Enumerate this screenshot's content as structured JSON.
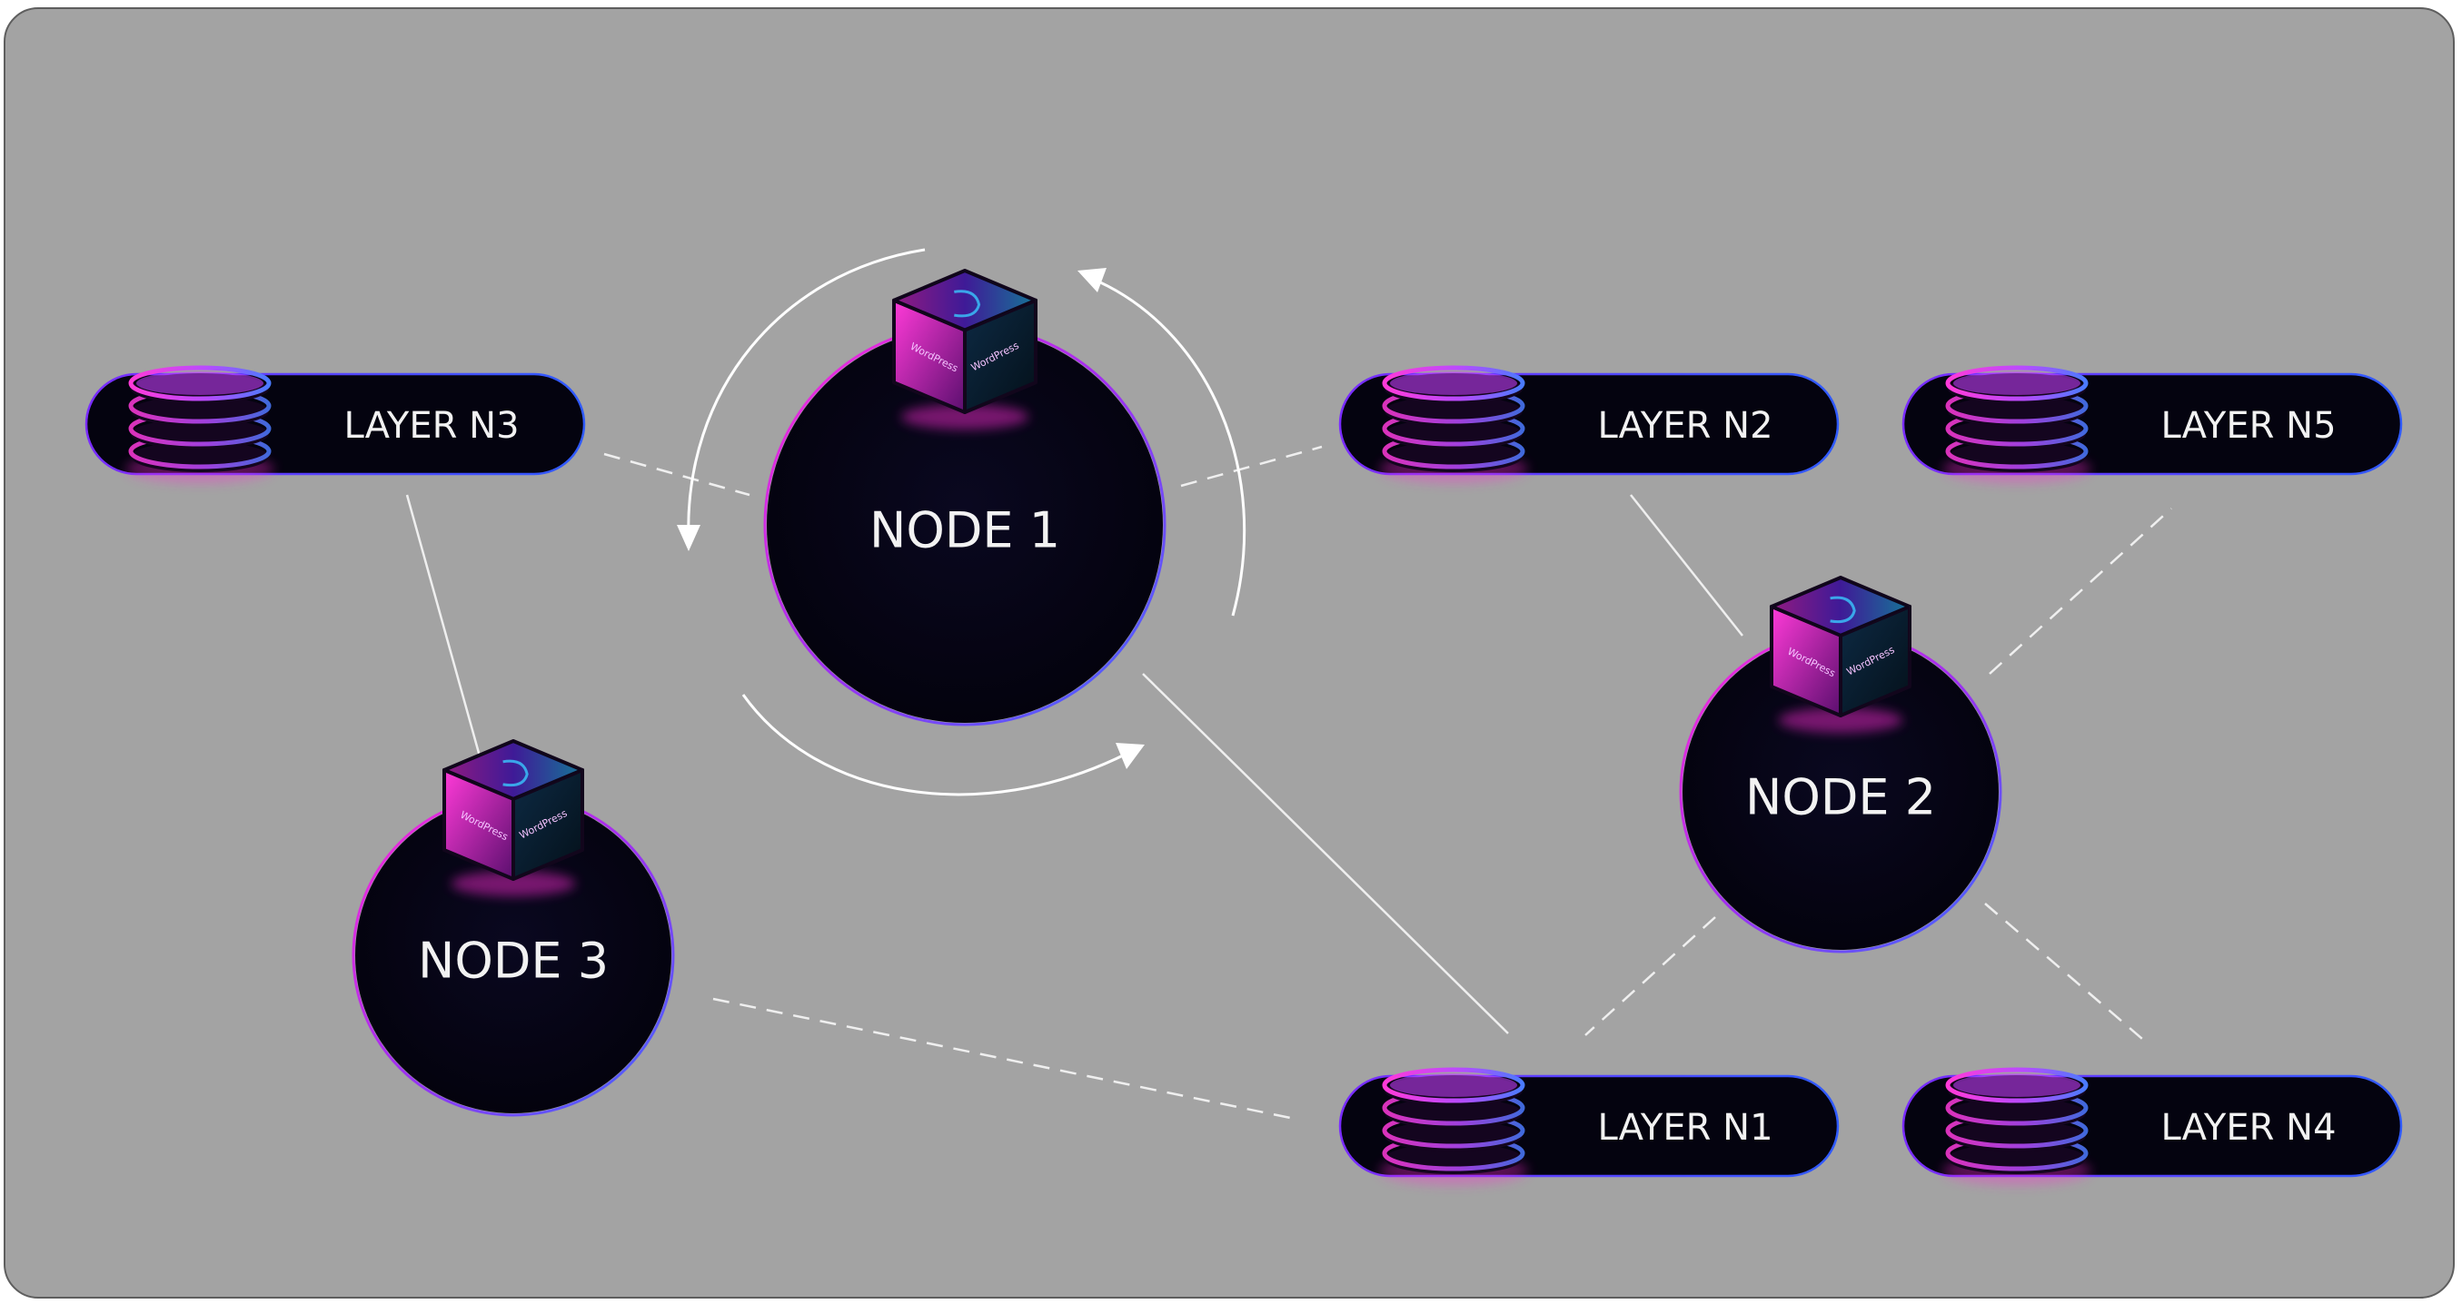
{
  "diagram": {
    "background": "#a3a3a3",
    "panel_color": "#04030f",
    "glow_colors": [
      "#ff2bd6",
      "#3a6bff",
      "#a02ff0"
    ],
    "line_color": "#f0f0f0",
    "nodes": [
      {
        "id": "node1",
        "label": "NODE 1",
        "cube_brand": "WordPress"
      },
      {
        "id": "node2",
        "label": "NODE 2",
        "cube_brand": "WordPress"
      },
      {
        "id": "node3",
        "label": "NODE 3",
        "cube_brand": "WordPress"
      }
    ],
    "layers": [
      {
        "id": "n3",
        "label": "LAYER N3"
      },
      {
        "id": "n2",
        "label": "LAYER N2"
      },
      {
        "id": "n5",
        "label": "LAYER N5"
      },
      {
        "id": "n1",
        "label": "LAYER N1"
      },
      {
        "id": "n4",
        "label": "LAYER N4"
      }
    ],
    "connections": [
      {
        "from": "n3",
        "to": "node1",
        "style": "dashed"
      },
      {
        "from": "node1",
        "to": "n2",
        "style": "dashed"
      },
      {
        "from": "n3",
        "to": "node3",
        "style": "solid"
      },
      {
        "from": "node1",
        "to": "n1",
        "style": "solid"
      },
      {
        "from": "n2",
        "to": "node2",
        "style": "solid"
      },
      {
        "from": "node2",
        "to": "n5",
        "style": "dashed"
      },
      {
        "from": "node2",
        "to": "n1",
        "style": "dashed"
      },
      {
        "from": "node2",
        "to": "n4",
        "style": "dashed"
      },
      {
        "from": "node3",
        "to": "n1",
        "style": "dashed"
      }
    ],
    "cycle_arrows": {
      "around": "node1",
      "count": 3,
      "direction": "counterclockwise"
    }
  }
}
